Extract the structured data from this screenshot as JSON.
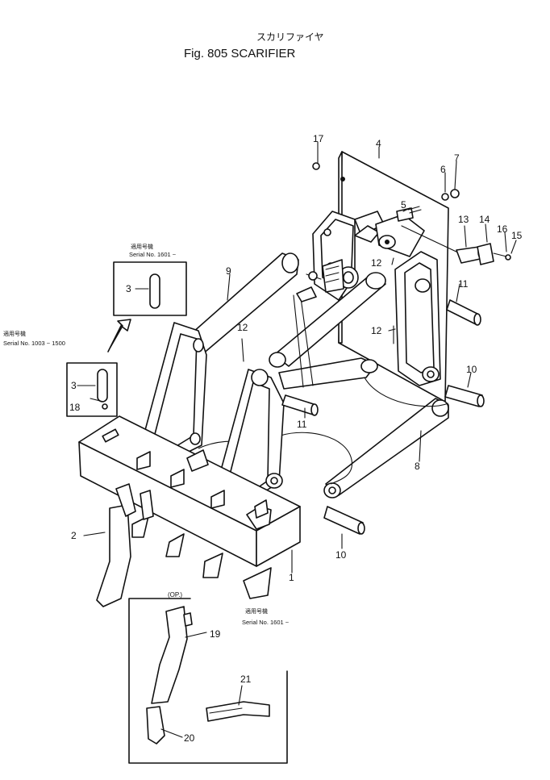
{
  "header": {
    "subtitle_jp": "スカリファイヤ",
    "title": "Fig. 805  SCARIFIER"
  },
  "notes": {
    "top_left_jp": "適用号機",
    "top_left_serial": "Serial No. 1601 ~",
    "mid_left_jp": "適用号機",
    "mid_left_serial": "Serial No. 1003 ~ 1500",
    "bottom_jp": "適用号機",
    "bottom_serial": "Serial No. 1601 ~",
    "op": "(OP.)"
  },
  "callouts": {
    "c17": "17",
    "c4": "4",
    "c7": "7",
    "c6": "6",
    "c5": "5",
    "c13": "13",
    "c14": "14",
    "c16": "16",
    "c15": "15",
    "c9": "9",
    "c12a": "12",
    "c11a": "11",
    "c3a": "3",
    "c12b": "12",
    "c12c": "12",
    "c10a": "10",
    "c3b": "3",
    "c18": "18",
    "c11b": "11",
    "c8": "8",
    "c2": "2",
    "c10b": "10",
    "c1": "1",
    "c19": "19",
    "c21": "21",
    "c20": "20"
  }
}
